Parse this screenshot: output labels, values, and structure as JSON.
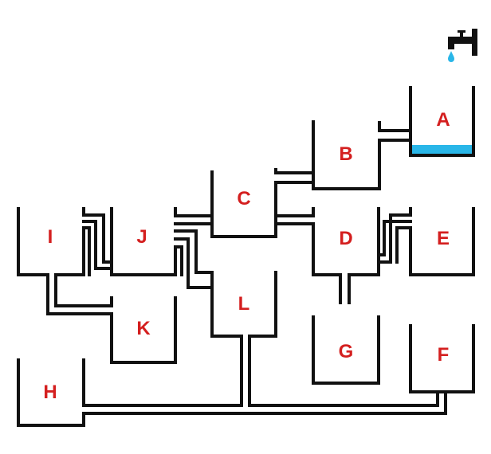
{
  "tanks": [
    {
      "id": "A",
      "label": "A"
    },
    {
      "id": "B",
      "label": "B"
    },
    {
      "id": "C",
      "label": "C"
    },
    {
      "id": "D",
      "label": "D"
    },
    {
      "id": "E",
      "label": "E"
    },
    {
      "id": "F",
      "label": "F"
    },
    {
      "id": "G",
      "label": "G"
    },
    {
      "id": "H",
      "label": "H"
    },
    {
      "id": "I",
      "label": "I"
    },
    {
      "id": "J",
      "label": "J"
    },
    {
      "id": "K",
      "label": "K"
    },
    {
      "id": "L",
      "label": "L"
    }
  ],
  "colors": {
    "wall": "#111111",
    "label": "#d41f1f",
    "water": "#29b6e8",
    "faucet": "#111111",
    "drop": "#29b6e8"
  },
  "icons": {
    "faucet": "faucet-icon",
    "drop": "water-drop-icon"
  }
}
